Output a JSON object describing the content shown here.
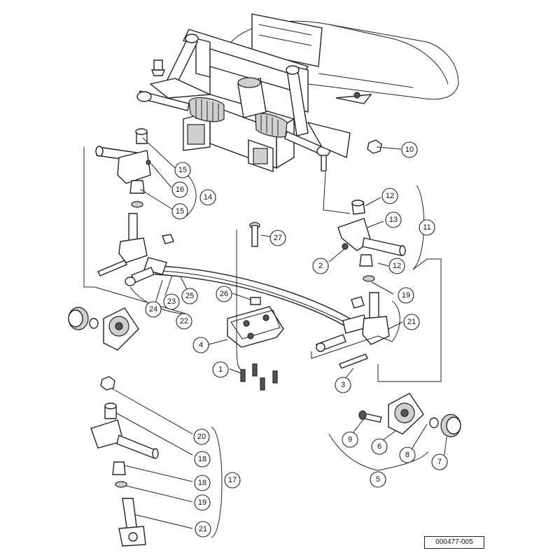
{
  "diagram": {
    "reference_code": "000477-005",
    "callouts": {
      "c1": "1",
      "c2": "2",
      "c3": "3",
      "c4": "4",
      "c5": "5",
      "c6": "6",
      "c7": "7",
      "c8": "8",
      "c9": "9",
      "c10": "10",
      "c11": "11",
      "c12a": "12",
      "c12b": "12",
      "c13": "13",
      "c14": "14",
      "c15a": "15",
      "c15b": "15",
      "c16": "16",
      "c17": "17",
      "c18a": "18",
      "c18b": "18",
      "c19a": "19",
      "c19b": "19",
      "c20": "20",
      "c21a": "21",
      "c21b": "21",
      "c22": "22",
      "c23": "23",
      "c24": "24",
      "c25": "25",
      "c26": "26",
      "c27": "27"
    }
  }
}
